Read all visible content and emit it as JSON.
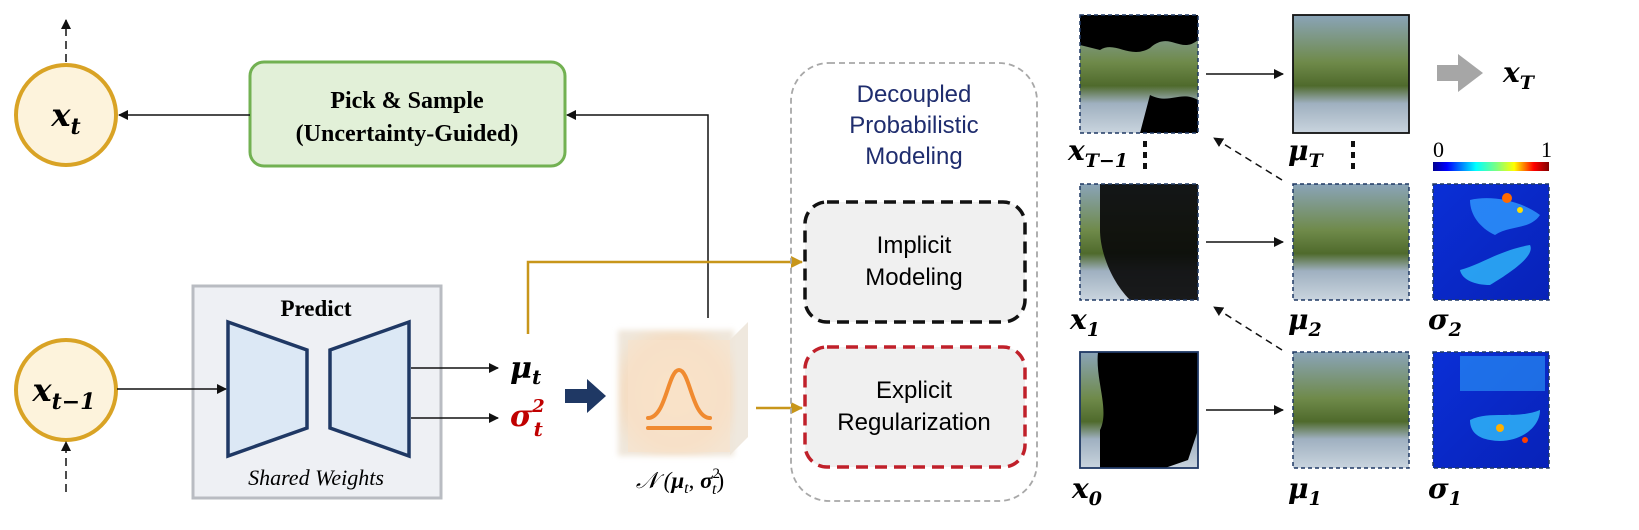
{
  "nodes": {
    "x_t": {
      "base": "x",
      "sub": "t"
    },
    "x_t_minus_1": {
      "base": "x",
      "sub": "t−1"
    }
  },
  "pick_sample": {
    "line1": "Pick & Sample",
    "line2": "(Uncertainty-Guided)"
  },
  "predict": {
    "title": "Predict",
    "caption": "Shared Weights"
  },
  "outputs": {
    "mu": {
      "base": "μ",
      "sub": "t"
    },
    "sigma": {
      "base": "σ",
      "sub": "t",
      "sup": "2"
    }
  },
  "gaussian": {
    "label_prefix": "𝒩 (",
    "mu": "μ",
    "mu_sub": "t",
    "comma": ", ",
    "sigma": "σ",
    "sigma_sub": "t",
    "sigma_sup": "2",
    "label_suffix": ")"
  },
  "decoupled": {
    "title_line1": "Decoupled",
    "title_line2": "Probabilistic",
    "title_line3": "Modeling",
    "implicit_line1": "Implicit",
    "implicit_line2": "Modeling",
    "explicit_line1": "Explicit",
    "explicit_line2": "Regularization"
  },
  "grid_labels": {
    "xT1": {
      "base": "x",
      "sub": "T−1"
    },
    "muT": {
      "base": "μ",
      "sub": "T"
    },
    "xT": {
      "base": "x",
      "sub": "T"
    },
    "x1": {
      "base": "x",
      "sub": "1"
    },
    "mu2": {
      "base": "μ",
      "sub": "2"
    },
    "sigma2": {
      "base": "σ",
      "sub": "2"
    },
    "x0": {
      "base": "x",
      "sub": "0"
    },
    "mu1": {
      "base": "μ",
      "sub": "1"
    },
    "sigma1": {
      "base": "σ",
      "sub": "1"
    }
  },
  "colorbar": {
    "min": "0",
    "max": "1"
  },
  "colors": {
    "node_fill": "#fdf3dc",
    "node_stroke": "#d9a325",
    "green_fill": "#e2f0d8",
    "green_stroke": "#72b152",
    "predict_fill": "#eef0f4",
    "encoder_fill": "#dce8f5",
    "encoder_stroke": "#1f3864",
    "gold_arrow": "#c8961a",
    "sigma_red": "#c00000",
    "implicit_border": "#111111",
    "explicit_border": "#c0202a",
    "title_blue": "#1f2d6e"
  }
}
